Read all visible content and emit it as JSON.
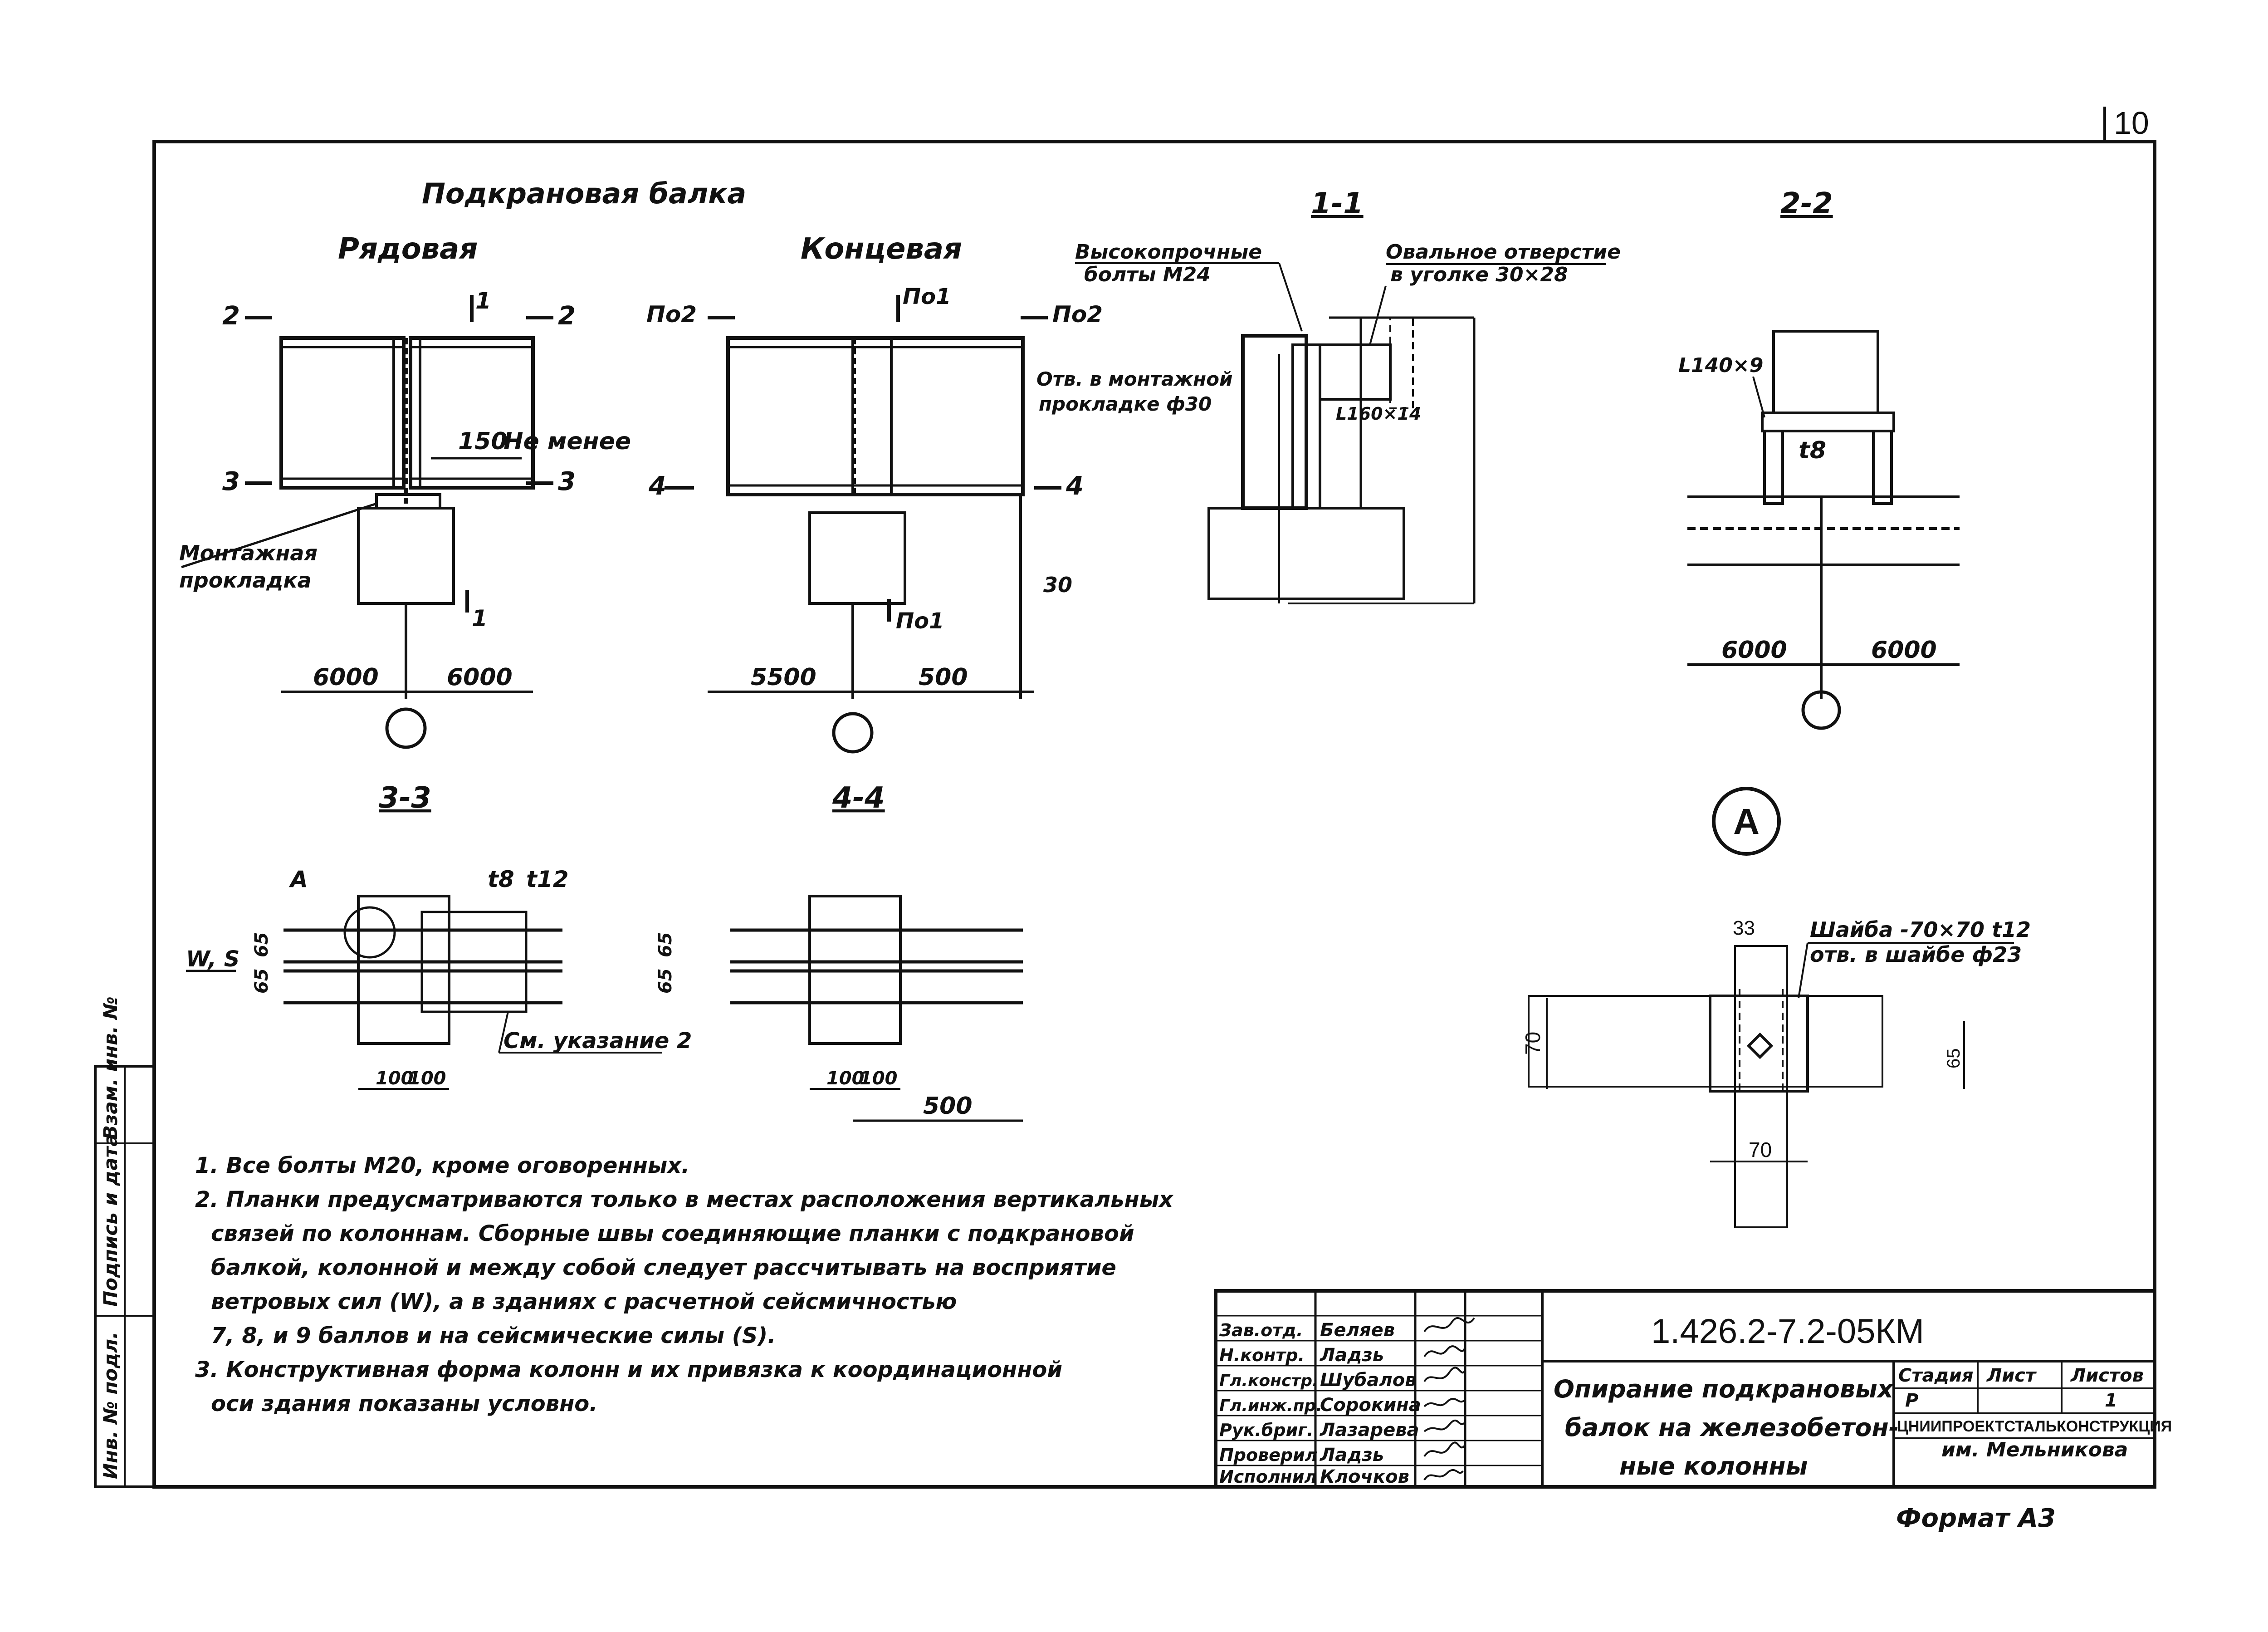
{
  "sheet": {
    "number": "10",
    "format": "Формат А3",
    "colors": {
      "ink": "#111111",
      "paper": "#ffffff",
      "hatch": "#777777"
    }
  },
  "views": {
    "beam_title": "Подкрановая балка",
    "ordinary": {
      "title": "Рядовая",
      "sec2_left": "2",
      "sec2_right": "2",
      "sec1": "1",
      "sec3_left": "3",
      "sec3_right": "3",
      "sec1_bottom": "1",
      "dim_150": "150",
      "not_less": "Не менее",
      "pad_label_1": "Монтажная",
      "pad_label_2": "прокладка",
      "dim_left": "6000",
      "dim_right": "6000"
    },
    "end": {
      "title": "Концевая",
      "po2_left": "По2",
      "po2_right": "По2",
      "po1_top": "По1",
      "po1_bottom": "По1",
      "sec4_left": "4",
      "sec4_right": "4",
      "dim_30": "30",
      "dim_left": "5500",
      "dim_right": "500"
    },
    "section_1_1": {
      "title": "1-1",
      "bolts_1": "Высокопрочные",
      "bolts_2": "болты М24",
      "oval_1": "Овальное отверстие",
      "oval_2": "в уголке 30×28",
      "hole_1": "Отв. в монтажной",
      "hole_2": "прокладке ф30",
      "angle": "L160×14"
    },
    "section_2_2": {
      "title": "2-2",
      "angle": "L140×9",
      "thickness": "t8",
      "dim_left": "6000",
      "dim_right": "6000"
    },
    "section_3_3": {
      "title": "3-3",
      "node": "A",
      "t8": "t8",
      "t12": "t12",
      "loads": "W, S",
      "d1": "65",
      "d2": "65",
      "see_note": "См. указание 2",
      "d100a": "100",
      "d100b": "100"
    },
    "section_4_4": {
      "title": "4-4",
      "d1": "65",
      "d2": "65",
      "d100a": "100",
      "d100b": "100",
      "d500": "500"
    },
    "node_A": {
      "label": "A",
      "washer_1": "Шайба -70×70 t12",
      "washer_2": "отв. в шайбе ф23",
      "d33": "33",
      "d70_v": "70",
      "d70_h": "70",
      "d65": "65"
    }
  },
  "notes": [
    "1. Все болты М20, кроме оговоренных.",
    "2. Планки предусматриваются только в местах расположения вертикальных",
    "связей по колоннам. Сборные швы соединяющие планки с подкрановой",
    "балкой, колонной и между собой следует рассчитывать на восприятие",
    "ветровых сил (W), а в зданиях с расчетной сейсмичностью",
    "7, 8, и 9 баллов и на сейсмические силы (S).",
    "3. Конструктивная форма колонн и их привязка к координационной",
    "оси здания показаны условно."
  ],
  "side_stamp": [
    "Инв. № подл.",
    "Подпись и дата",
    "Взам. инв. №"
  ],
  "title_block": {
    "code": "1.426.2-7.2-05КМ",
    "roles": [
      "Зав.отд.",
      "Н.контр.",
      "Гл.констр.",
      "Гл.инж.пр.",
      "Рук.бриг.",
      "Проверил",
      "Исполнил"
    ],
    "names": [
      "Беляев",
      "Ладзь",
      "Шубалов",
      "Сорокина",
      "Лазарева",
      "Ладзь",
      "Клочков"
    ],
    "name_line_1": "Опирание подкрановых",
    "name_line_2": "балок на железобетон-",
    "name_line_3": "ные колонны",
    "stage_h": "Стадия",
    "sheet_h": "Лист",
    "sheets_h": "Листов",
    "stage": "Р",
    "sheet": "",
    "sheets": "1",
    "org_1": "ЦНИИПРОЕКТСТАЛЬКОНСТРУКЦИЯ",
    "org_2": "им. Мельникова"
  }
}
